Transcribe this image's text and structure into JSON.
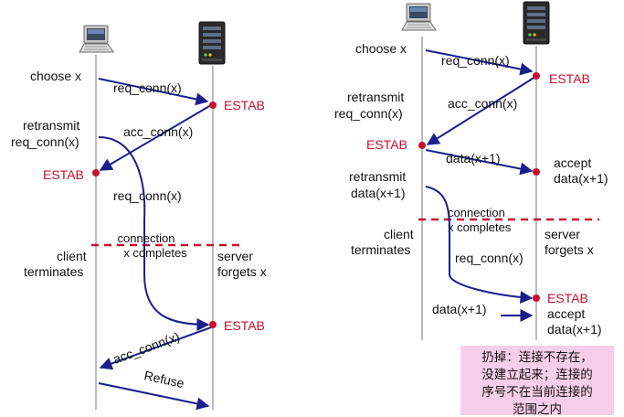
{
  "left": {
    "choose_x": "choose x",
    "req_conn_1": "req_conn(x)",
    "estab_server_1": "ESTAB",
    "retransmit_1": "retransmit",
    "retransmit_2": "req_conn(x)",
    "acc_conn_1": "acc_conn(x)",
    "estab_client": "ESTAB",
    "req_conn_2": "req_conn(x)",
    "connection_1": "connection",
    "connection_2": "x completes",
    "client_1": "client",
    "client_2": "terminates",
    "server_1": "server",
    "server_2": "forgets x",
    "estab_server_2": "ESTAB",
    "acc_conn_2": "acc_conn(x)",
    "refuse": "Refuse"
  },
  "right": {
    "choose_x": "choose x",
    "req_conn_1": "req_conn(x)",
    "estab_server_1": "ESTAB",
    "retransmit_1": "retransmit",
    "retransmit_2": "req_conn(x)",
    "acc_conn": "acc_conn(x)",
    "estab_client": "ESTAB",
    "data_1": "data(x+1)",
    "accept_1": "accept",
    "accept_2": "data(x+1)",
    "retransmit_data_1": "retransmit",
    "retransmit_data_2": "data(x+1)",
    "connection_1": "connection",
    "connection_2": "x completes",
    "client_1": "client",
    "client_2": "terminates",
    "server_1": "server",
    "server_2": "forgets x",
    "req_conn_2": "req_conn(x)",
    "data_2": "data(x+1)",
    "estab_server_2": "ESTAB",
    "accept_3": "accept",
    "accept_4": "data(x+1)"
  },
  "note": {
    "line1": "扔掉：连接不存在，",
    "line2": "没建立起来；连接的",
    "line3": "序号不在当前连接的",
    "line4": "范围之内"
  },
  "colors": {
    "arrow": "#1b1f8a",
    "estab": "#c8102e",
    "divider": "#c8102e",
    "note_bg": "#f6cdea"
  },
  "icons": [
    "laptop-icon",
    "server-icon"
  ]
}
